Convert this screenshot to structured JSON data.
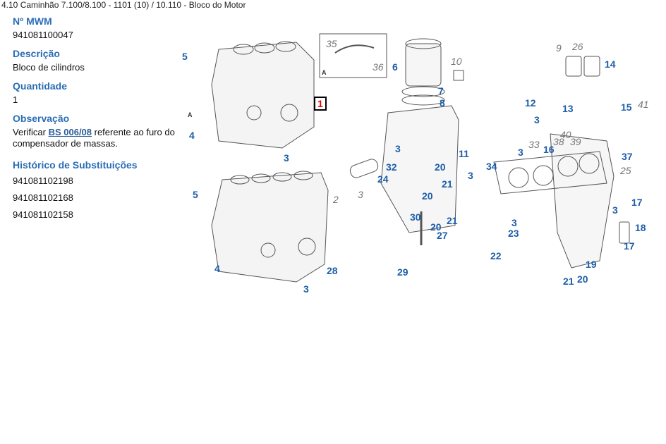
{
  "breadcrumb": "4.10 Caminhão 7.100/8.100 - 1101 (10)  /  10.110 - Bloco do Motor",
  "part": {
    "mwm_label": "Nº MWM",
    "mwm_value": "941081100047",
    "desc_label": "Descrição",
    "desc_value": "Bloco de cilindros",
    "qty_label": "Quantidade",
    "qty_value": "1",
    "obs_label": "Observação",
    "obs_pre": "Verificar ",
    "obs_link": "BS 006/08",
    "obs_post": " referente ao furo do compensador de massas.",
    "hist_label": "Histórico de Substituições",
    "history": [
      "941081102198",
      "941081102168",
      "941081102158"
    ]
  },
  "diagram": {
    "selected": "1",
    "callouts": [
      "5",
      "4",
      "3",
      "5",
      "4",
      "3",
      "6",
      "7",
      "8",
      "12",
      "14",
      "13",
      "15",
      "3",
      "3",
      "16",
      "11",
      "20",
      "3",
      "32",
      "24",
      "3",
      "21",
      "20",
      "30",
      "21",
      "20",
      "27",
      "34",
      "37",
      "17",
      "18",
      "17",
      "19",
      "3",
      "23",
      "22",
      "21",
      "20",
      "28",
      "29",
      "3"
    ],
    "gray": [
      "35",
      "36",
      "10",
      "9",
      "26",
      "33",
      "40",
      "38",
      "39",
      "41",
      "25",
      "2",
      "3",
      "A",
      "A"
    ]
  }
}
